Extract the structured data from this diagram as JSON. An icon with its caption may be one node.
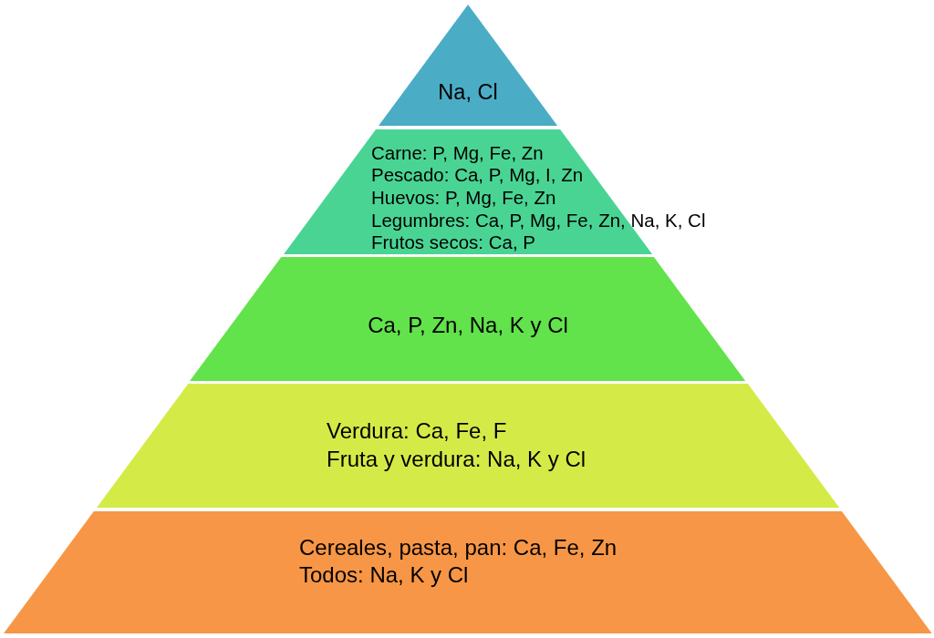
{
  "diagram": {
    "nodes": [
      {
        "text": [
          "Na, Cl"
        ]
      },
      {
        "text": [
          "Carne: P, Mg, Fe, Zn",
          "Pescado: Ca, P, Mg, I, Zn",
          "Huevos: P, Mg, Fe, Zn",
          "Legumbres: Ca, P, Mg, Fe, Zn, Na, K, Cl",
          "Frutos secos: Ca, P"
        ]
      },
      {
        "text": [
          "Ca, P, Zn, Na, K y Cl"
        ]
      },
      {
        "text": [
          "Verdura: Ca, Fe, F",
          "Fruta y verdura: Na, K y Cl"
        ]
      },
      {
        "text": [
          "Cereales, pasta, pan: Ca, Fe, Zn",
          "Todos: Na, K y Cl"
        ]
      }
    ]
  }
}
